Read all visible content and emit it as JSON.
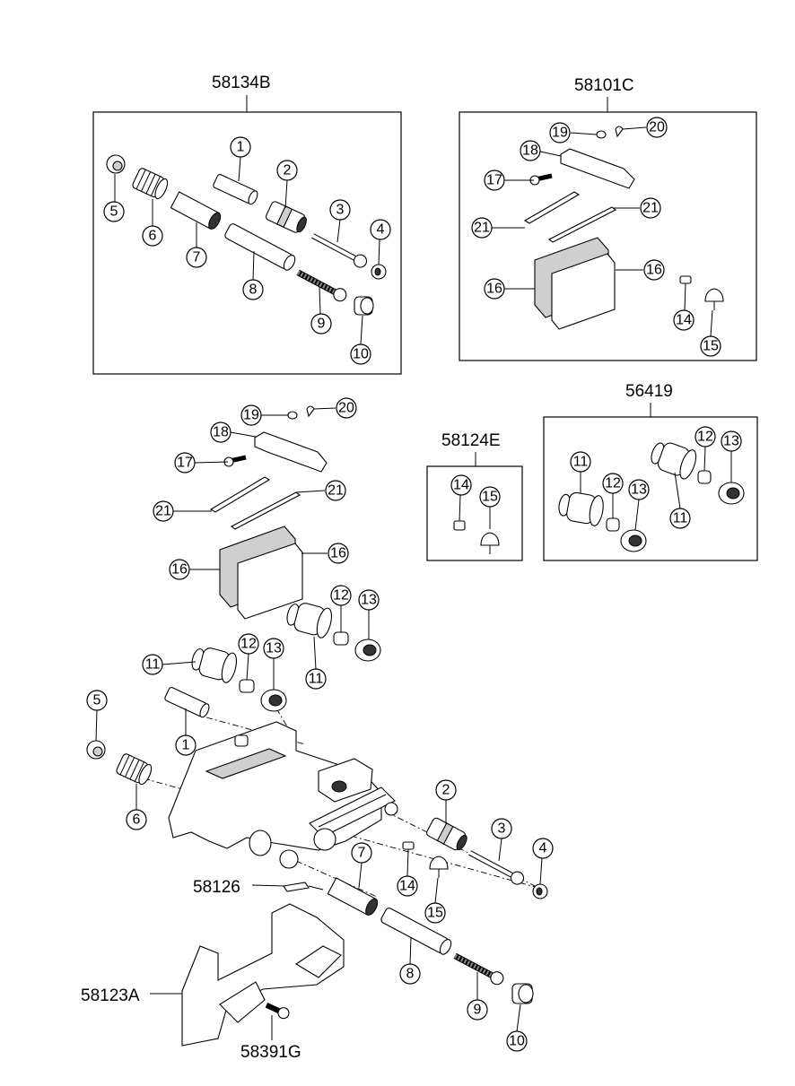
{
  "assemblies": {
    "top_left_kit": "58134B",
    "top_right_kit": "58101C",
    "middle_right_kit": "56419",
    "middle_small_kit": "58124E",
    "wear_sensor": "58126",
    "carrier_bracket": "58123A",
    "bracket_bolt": "58391G"
  },
  "callouts": [
    "1",
    "2",
    "3",
    "4",
    "5",
    "6",
    "7",
    "8",
    "9",
    "10",
    "11",
    "12",
    "13",
    "14",
    "15",
    "16",
    "17",
    "18",
    "19",
    "20",
    "21"
  ]
}
